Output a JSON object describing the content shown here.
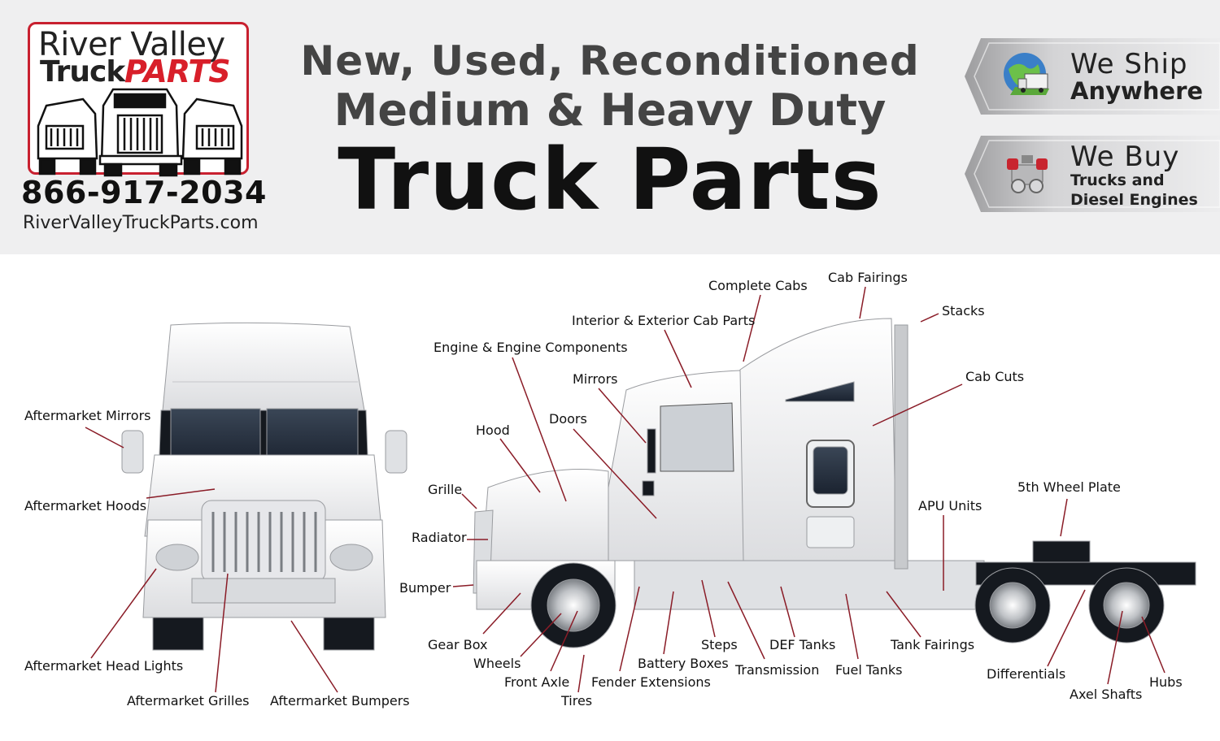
{
  "brand": {
    "name_line1": "River Valley",
    "name_truck": "Truck",
    "name_parts": "PARTS",
    "phone": "866-917-2034",
    "website": "RiverValleyTruckParts.com",
    "accent_color": "#d81f2a"
  },
  "headline": {
    "line1": "New, Used, Reconditioned",
    "line2": "Medium & Heavy Duty",
    "line3": "Truck Parts"
  },
  "badges": {
    "ship": {
      "title": "We Ship",
      "subtitle": "Anywhere",
      "icon": "globe-truck-icon"
    },
    "buy": {
      "title": "We Buy",
      "subtitle_line1": "Trucks and",
      "subtitle_line2": "Diesel Engines",
      "icon": "engine-icon"
    }
  },
  "labels": {
    "aftermarket_mirrors": "Aftermarket Mirrors",
    "aftermarket_hoods": "Aftermarket Hoods",
    "aftermarket_head_lights": "Aftermarket Head Lights",
    "aftermarket_grilles": "Aftermarket Grilles",
    "aftermarket_bumpers": "Aftermarket Bumpers",
    "complete_cabs": "Complete Cabs",
    "cab_fairings": "Cab Fairings",
    "stacks": "Stacks",
    "interior_exterior": "Interior & Exterior Cab Parts",
    "engine": "Engine & Engine Components",
    "mirrors": "Mirrors",
    "cab_cuts": "Cab Cuts",
    "hood": "Hood",
    "doors": "Doors",
    "grille": "Grille",
    "radiator": "Radiator",
    "apu_units": "APU Units",
    "fifth_wheel": "5th Wheel Plate",
    "bumper": "Bumper",
    "gear_box": "Gear Box",
    "wheels": "Wheels",
    "front_axle": "Front Axle",
    "tires": "Tires",
    "battery_boxes": "Battery Boxes",
    "fender_extensions": "Fender Extensions",
    "steps": "Steps",
    "transmission": "Transmission",
    "def_tanks": "DEF Tanks",
    "fuel_tanks": "Fuel Tanks",
    "tank_fairings": "Tank Fairings",
    "differentials": "Differentials",
    "axel_shafts": "Axel Shafts",
    "hubs": "Hubs"
  }
}
